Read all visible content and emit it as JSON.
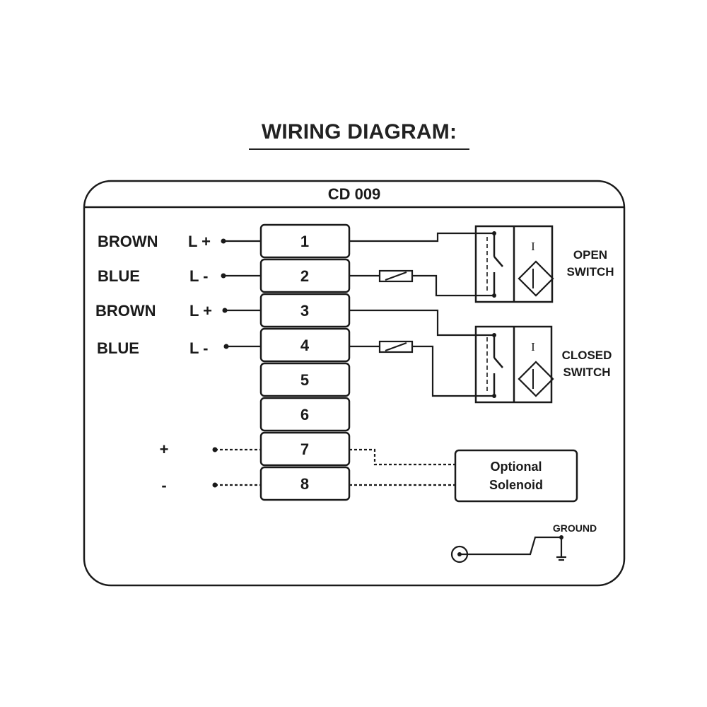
{
  "title": "WIRING DIAGRAM:",
  "model": "CD 009",
  "wires": [
    {
      "color": "BROWN",
      "polarity": "L +"
    },
    {
      "color": "BLUE",
      "polarity": "L -"
    },
    {
      "color": "BROWN",
      "polarity": "L +"
    },
    {
      "color": "BLUE",
      "polarity": "L -"
    }
  ],
  "terminals": [
    "1",
    "2",
    "3",
    "4",
    "5",
    "6",
    "7",
    "8"
  ],
  "open_switch": {
    "line1": "OPEN",
    "line2": "SWITCH",
    "symbol": "I"
  },
  "closed_switch": {
    "line1": "CLOSED",
    "line2": "SWITCH",
    "symbol": "I"
  },
  "solenoid": {
    "line1": "Optional",
    "line2": "Solenoid",
    "plus": "+",
    "minus": "-"
  },
  "ground": "GROUND",
  "colors": {
    "line": "#1a1a1a",
    "background": "#ffffff"
  }
}
